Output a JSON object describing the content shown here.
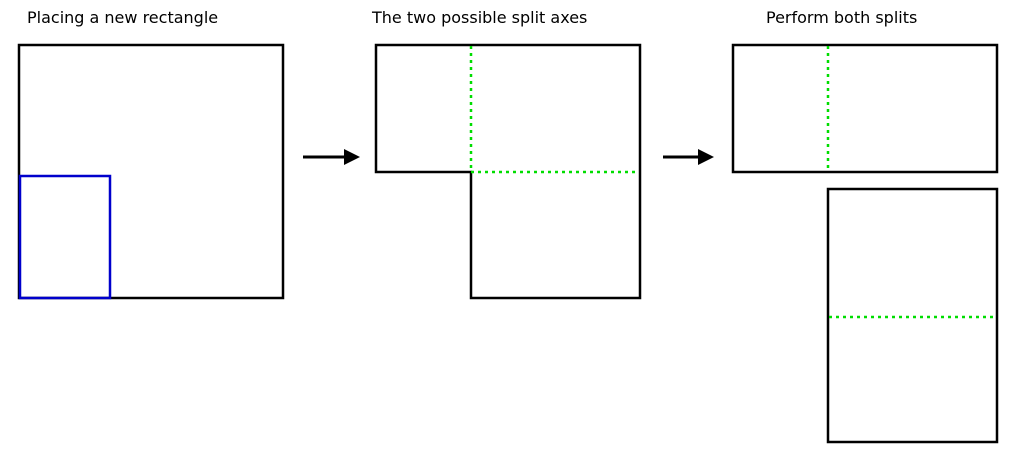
{
  "panels": [
    {
      "title": "Placing a new rectangle"
    },
    {
      "title": "The two possible split axes"
    },
    {
      "title": "Perform both splits"
    }
  ],
  "colors": {
    "outline": "#000000",
    "placed_rect": "#0000cc",
    "split_line": "#00dd00",
    "arrow": "#000000",
    "background": "#ffffff"
  },
  "icons": {
    "arrow": "right-arrow-icon"
  }
}
